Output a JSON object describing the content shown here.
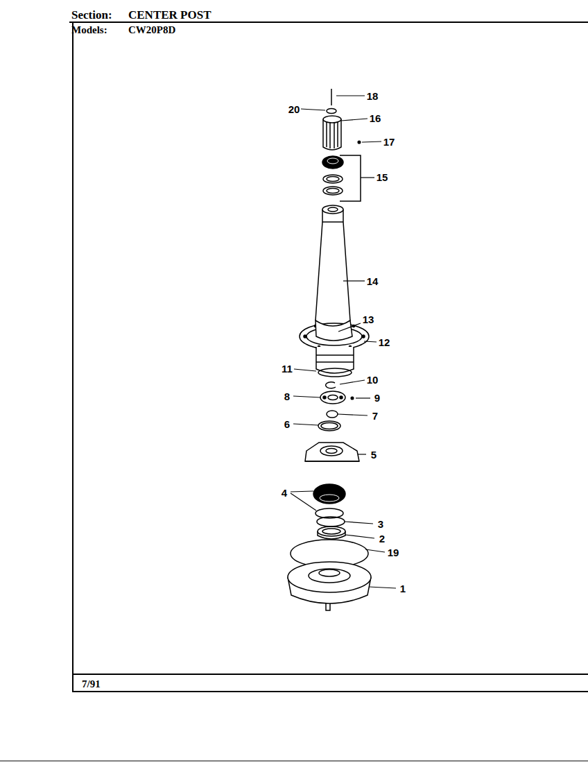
{
  "diagram": {
    "labels": [
      "Section:",
      "CENTER POST",
      "Models:",
      "CW20P8D",
      "18",
      "20",
      "16",
      "17",
      "15",
      "14",
      "13",
      "12",
      "11",
      "10",
      "8",
      "9",
      "7",
      "6",
      "5",
      "4",
      "3",
      "2",
      "19",
      "1",
      "7/91"
    ]
  }
}
